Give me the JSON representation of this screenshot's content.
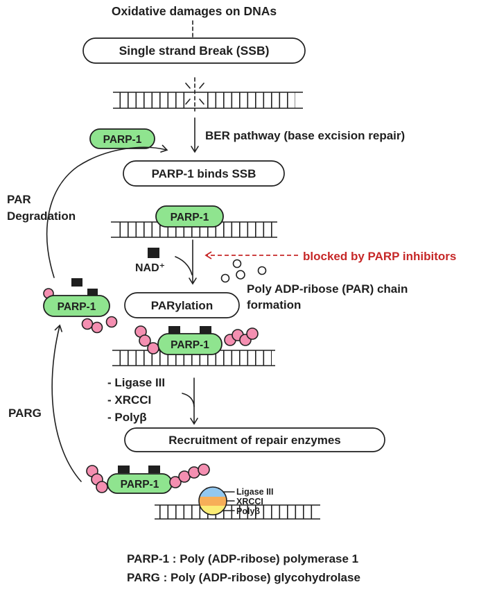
{
  "title": "Oxidative damages on DNAs",
  "colors": {
    "ink": "#1f1f1f",
    "green": "#8FE48F",
    "pink": "#F48FB1",
    "red": "#C62828",
    "blue": "#92C8F0",
    "orange": "#F7AE58",
    "yellow": "#FBEC75"
  },
  "nodes": {
    "ssb": "Single strand Break (SSB)",
    "binds_ssb": "PARP-1 binds SSB",
    "parylation": "PARylation",
    "recruitment": "Recruitment of repair enzymes"
  },
  "protein": {
    "parp1": "PARP-1"
  },
  "annotations": {
    "ber_pathway": "BER pathway (base excision repair)",
    "par_degradation_line1": "PAR",
    "par_degradation_line2": "Degradation",
    "nad": "NAD⁺",
    "blocked": "blocked by PARP inhibitors",
    "par_chain_line1": "Poly ADP-ribose (PAR) chain",
    "par_chain_line2": "formation",
    "parg": "PARG"
  },
  "repair_enzymes_list": [
    "- Ligase III",
    "- XRCCI",
    "- Polyβ"
  ],
  "enzyme_complex_labels": [
    "Ligase III",
    "XRCCI",
    "Polyβ"
  ],
  "footer": {
    "line1": "PARP-1 : Poly (ADP-ribose) polymerase 1",
    "line2": "PARG : Poly (ADP-ribose) glycohydrolase"
  }
}
